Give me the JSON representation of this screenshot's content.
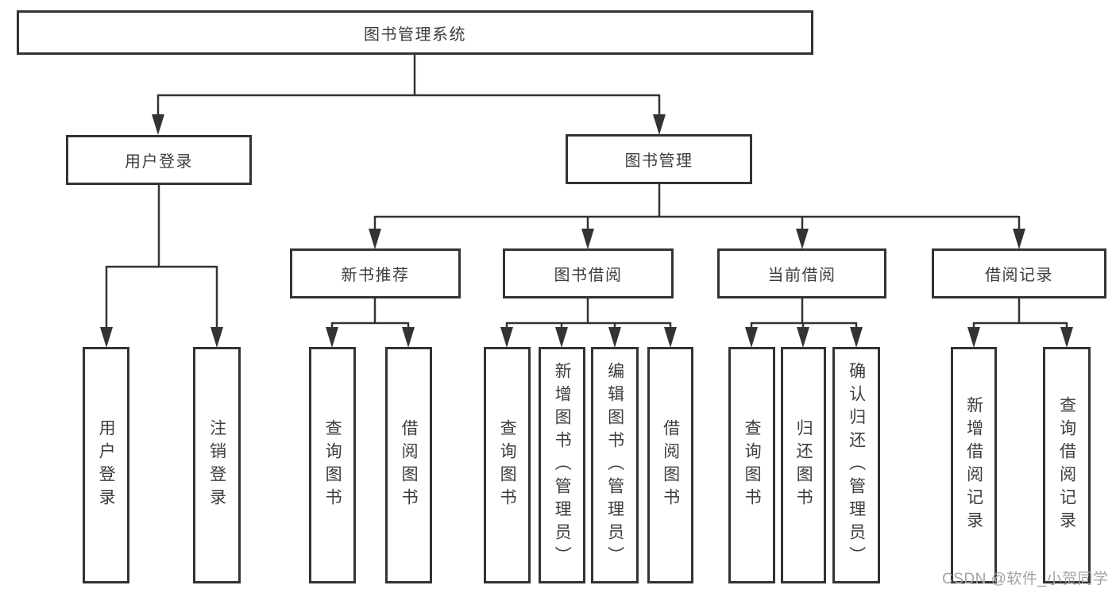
{
  "colors": {
    "line": "#333333",
    "text": "#3d3d3d",
    "watermark_gray": "#a3a3a3",
    "background": "#ffffff"
  },
  "watermark": "CSDN @软件_小贺同学",
  "tree": {
    "root": "图书管理系统",
    "branches": [
      {
        "label": "用户登录",
        "leaves": [
          "用户登录",
          "注销登录"
        ]
      },
      {
        "label": "图书管理",
        "groups": [
          {
            "label": "新书推荐",
            "leaves": [
              "查询图书",
              "借阅图书"
            ]
          },
          {
            "label": "图书借阅",
            "leaves": [
              "查询图书",
              "新增图书（管理员）",
              "编辑图书（管理员）",
              "借阅图书"
            ]
          },
          {
            "label": "当前借阅",
            "leaves": [
              "查询图书",
              "归还图书",
              "确认归还（管理员）"
            ]
          },
          {
            "label": "借阅记录",
            "leaves": [
              "新增借阅记录",
              "查询借阅记录"
            ]
          }
        ]
      }
    ]
  }
}
